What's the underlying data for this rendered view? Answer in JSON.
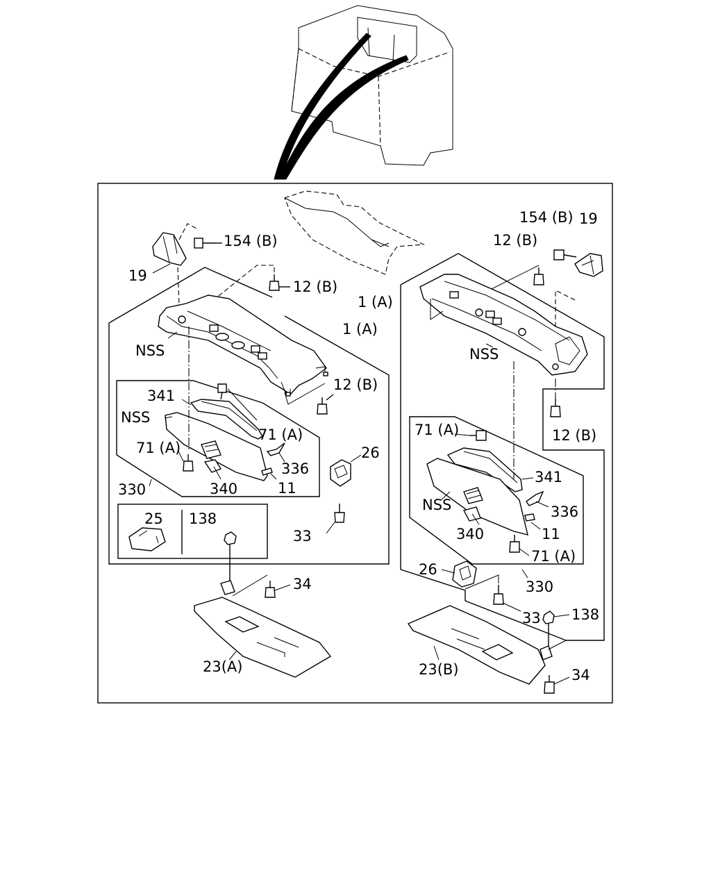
{
  "labels": {
    "l154b_left": "154 (B)",
    "l19_left": "19",
    "l12b_top_left": "12 (B)",
    "lnss_upper_left": "NSS",
    "l1a_left": "1 (A)",
    "l12b_mid_left": "12 (B)",
    "l341_left": "341",
    "lnss_panel_left": "NSS",
    "l71a_upper_left": "71 (A)",
    "l71a_lower_left": "71 (A)",
    "l336_left": "336",
    "l330_left": "330",
    "l340_left": "340",
    "l11_left": "11",
    "l26_left": "26",
    "l25": "25",
    "l138_left": "138",
    "l33_left": "33",
    "l34_left": "34",
    "l23a": "23(A)",
    "l154b_right": "154 (B)",
    "l19_right": "19",
    "l12b_top_right": "12 (B)",
    "l1a_right": "1 (A)",
    "lnss_upper_right": "NSS",
    "l12b_lower_right": "12 (B)",
    "l71a_upper_right": "71 (A)",
    "l341_right": "341",
    "lnss_panel_right": "NSS",
    "l336_right": "336",
    "l340_right": "340",
    "l11_right": "11",
    "l71a_lower_right": "71 (A)",
    "l26_right": "26",
    "l330_right": "330",
    "l33_right": "33",
    "l138_right": "138",
    "l34_right": "34",
    "l23b": "23(B)"
  }
}
